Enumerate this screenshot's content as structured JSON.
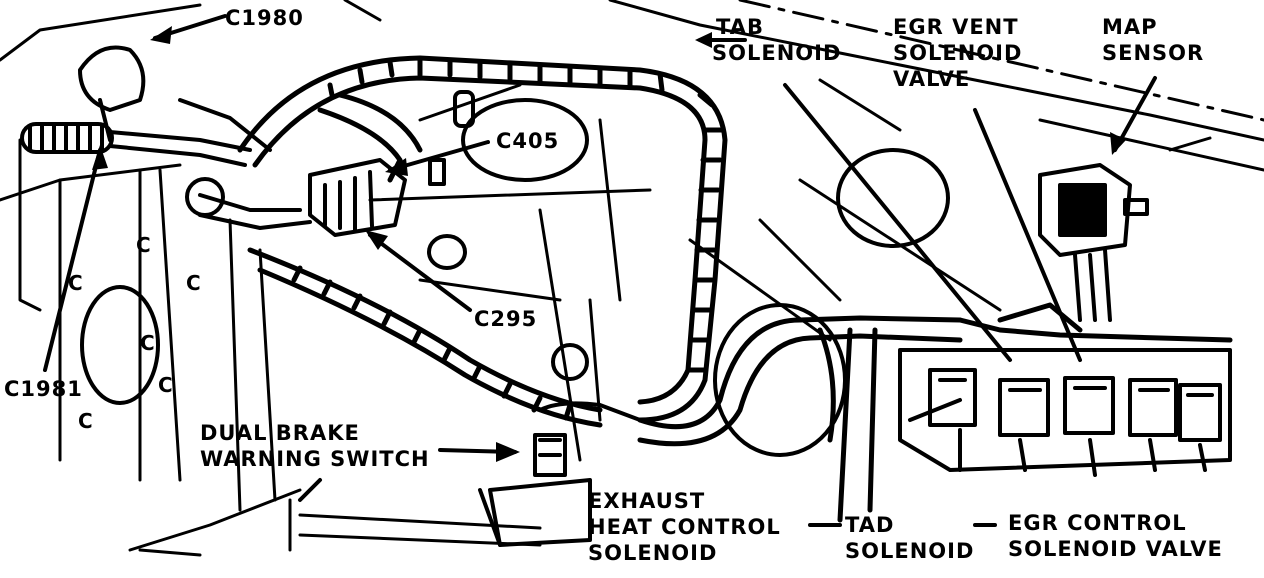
{
  "labels": {
    "c1980": "C1980",
    "c405": "C405",
    "c295": "C295",
    "c1981": "C1981",
    "dual_brake_1": "DUAL BRAKE",
    "dual_brake_2": "WARNING SWITCH",
    "tab_1": "TAB",
    "tab_2": "SOLENOID",
    "egr_vent_1": "EGR VENT",
    "egr_vent_2": "SOLENOID",
    "egr_vent_3": "VALVE",
    "map_1": "MAP",
    "map_2": "SENSOR",
    "exhaust_1": "EXHAUST",
    "exhaust_2": "HEAT CONTROL",
    "exhaust_3": "SOLENOID",
    "tad_1": "TAD",
    "tad_2": "SOLENOID",
    "egr_control_1": "EGR CONTROL",
    "egr_control_2": "SOLENOID VALVE",
    "c_marks": [
      "C",
      "C",
      "C",
      "C",
      "C",
      "C"
    ]
  },
  "colors": {
    "ink": "#000000",
    "paper": "#ffffff"
  }
}
